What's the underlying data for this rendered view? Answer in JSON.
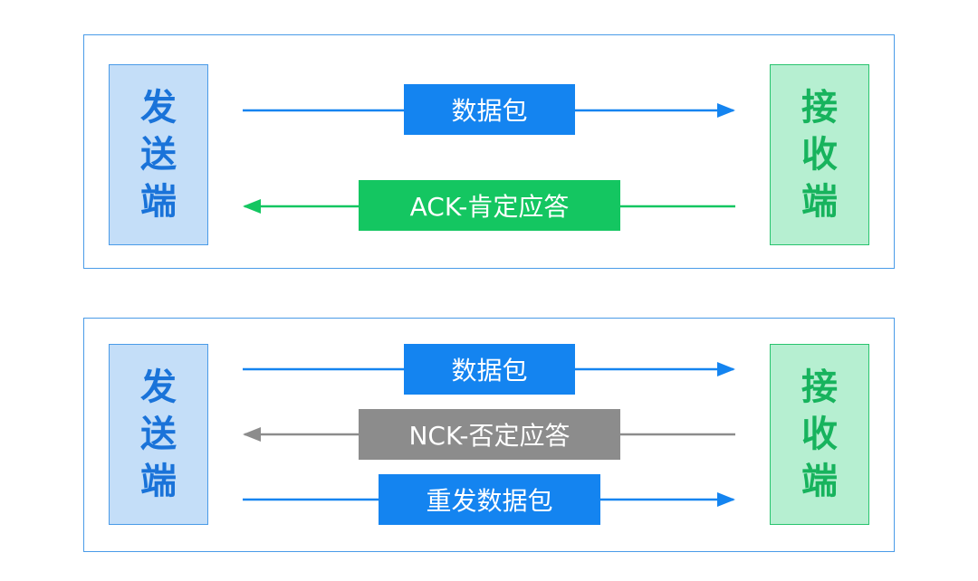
{
  "colors": {
    "blue": "#1484f0",
    "green": "#14c661",
    "gray": "#8c8c8c"
  },
  "diagram1": {
    "sender": [
      "发",
      "送",
      "端"
    ],
    "receiver": [
      "接",
      "收",
      "端"
    ],
    "msg_packet": "数据包",
    "msg_ack": "ACK-肯定应答"
  },
  "diagram2": {
    "sender": [
      "发",
      "送",
      "端"
    ],
    "receiver": [
      "接",
      "收",
      "端"
    ],
    "msg_packet": "数据包",
    "msg_nck": "NCK-否定应答",
    "msg_resend": "重发数据包"
  }
}
